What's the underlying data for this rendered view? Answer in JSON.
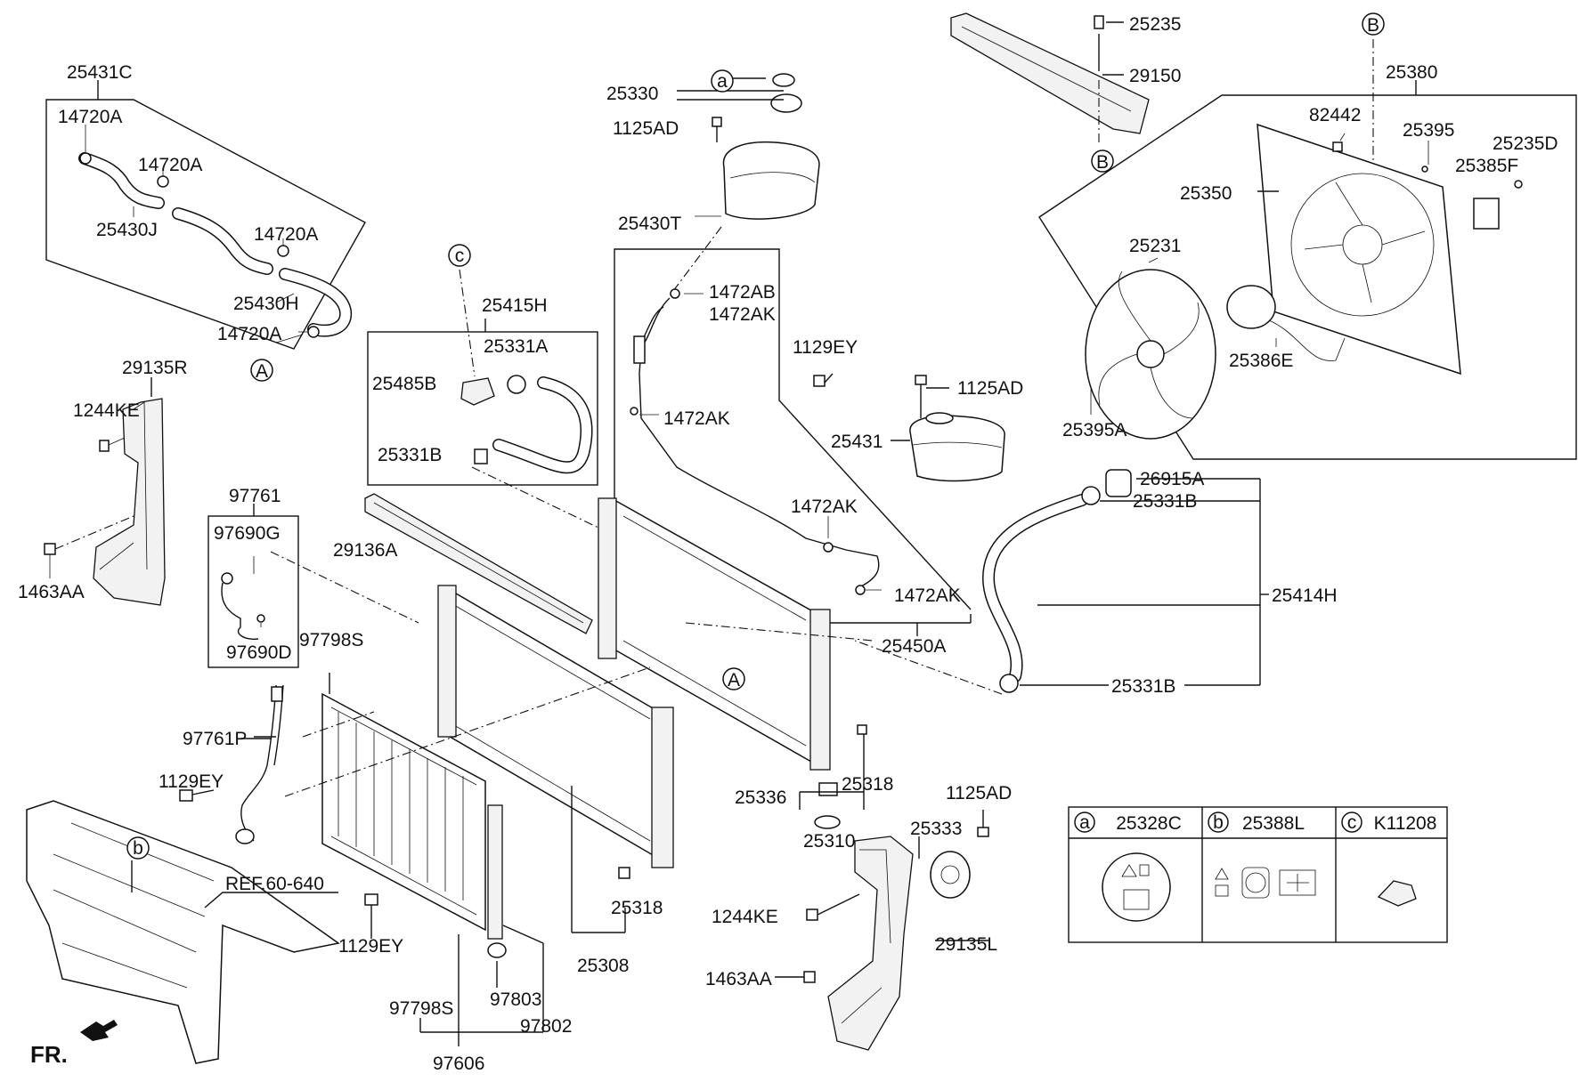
{
  "labels": {
    "l25431C": "25431C",
    "l14720A_1": "14720A",
    "l14720A_2": "14720A",
    "l14720A_3": "14720A",
    "l14720A_4": "14720A",
    "l25430J": "25430J",
    "l25430H": "25430H",
    "l29135R": "29135R",
    "l1244KE_1": "1244KE",
    "l1463AA_1": "1463AA",
    "l97761": "97761",
    "l97690G": "97690G",
    "l97690D": "97690D",
    "l97798S_1": "97798S",
    "l97761P": "97761P",
    "l1129EY_1": "1129EY",
    "l1129EY_2": "1129EY",
    "l1129EY_3": "1129EY",
    "lREF": "REF.60-640",
    "l97798S_2": "97798S",
    "l97803": "97803",
    "l97802": "97802",
    "l97606": "97606",
    "l25415H": "25415H",
    "l25331A": "25331A",
    "l25485B": "25485B",
    "l25331B_1": "25331B",
    "l29136A": "29136A",
    "l25330": "25330",
    "l1125AD_1": "1125AD",
    "l25430T": "25430T",
    "l1472AB": "1472AB",
    "l1472AK_1": "1472AK",
    "l1472AK_2": "1472AK",
    "l1472AK_3": "1472AK",
    "l1472AK_4": "1472AK",
    "l25450A": "25450A",
    "l1125AD_2": "1125AD",
    "l25431": "25431",
    "l25235": "25235",
    "l29150": "29150",
    "l25380": "25380",
    "l82442": "82442",
    "l25395": "25395",
    "l25235D": "25235D",
    "l25385F": "25385F",
    "l25350": "25350",
    "l25231": "25231",
    "l25386E": "25386E",
    "l25395A": "25395A",
    "l26915A": "26915A",
    "l25331B_2": "25331B",
    "l25414H": "25414H",
    "l25331B_3": "25331B",
    "l25336": "25336",
    "l25318_1": "25318",
    "l25310": "25310",
    "l25318_2": "25318",
    "l25308": "25308",
    "l1125AD_3": "1125AD",
    "l25333": "25333",
    "l1244KE_2": "1244KE",
    "l29135L": "29135L",
    "l1463AA_2": "1463AA",
    "lFR": "FR."
  },
  "markers": {
    "a": "a",
    "b": "b",
    "c": "c",
    "A": "A",
    "B": "B"
  },
  "legend": {
    "a_code": "25328C",
    "b_code": "25388L",
    "c_code": "K11208"
  }
}
